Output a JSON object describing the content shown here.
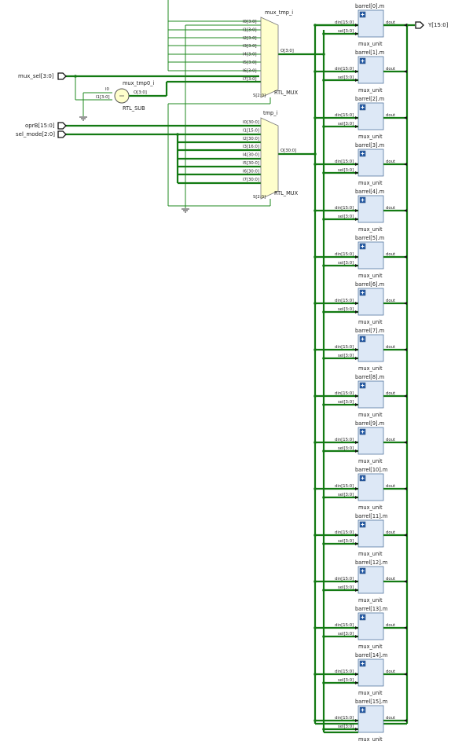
{
  "ports": {
    "mux_sel": "mux_sel[3:0]",
    "oprB": "oprB[15:0]",
    "sel_mode": "sel_mode[2:0]",
    "Y": "Y[15:0]"
  },
  "mux_tmp": {
    "name": "mux_tmp_i",
    "type": "RTL_MUX",
    "inputs": [
      "I0[3:0]",
      "I1[3:0]",
      "I2[3:0]",
      "I3[3:0]",
      "I4[3:0]",
      "I5[3:0]",
      "I6[3:0]",
      "I7[3:0]"
    ],
    "output": "O[3:0]",
    "select": "S[2:0]"
  },
  "tmp": {
    "name": "tmp_i",
    "type": "RTL_MUX",
    "inputs": [
      "I0[30:0]",
      "I1[15:0]",
      "I2[30:0]",
      "I3[16:0]",
      "I4[30:0]",
      "I5[30:0]",
      "I6[30:0]",
      "I7[30:0]"
    ],
    "output": "O[30:0]",
    "select": "S[2:0]"
  },
  "sub": {
    "name": "mux_tmp0_i",
    "type": "RTL_SUB",
    "in0": "I0",
    "in1": "I1[3:0]",
    "output": "O[3:0]"
  },
  "barrel": {
    "pins": {
      "din": "din[15:0]",
      "sel": "sel[3:0]",
      "dout": "dout"
    },
    "type": "mux_unit",
    "units": [
      "barrel[0].m",
      "barrel[1].m",
      "barrel[2].m",
      "barrel[3].m",
      "barrel[4].m",
      "barrel[5].m",
      "barrel[6].m",
      "barrel[7].m",
      "barrel[8].m",
      "barrel[9].m",
      "barrel[10].m",
      "barrel[11].m",
      "barrel[12].m",
      "barrel[13].m",
      "barrel[14].m",
      "barrel[15].m"
    ]
  },
  "icons": {
    "expand": "plus-box-icon",
    "ground": "ground-icon",
    "port": "port-arrow-icon",
    "sub": "subtractor-icon"
  }
}
